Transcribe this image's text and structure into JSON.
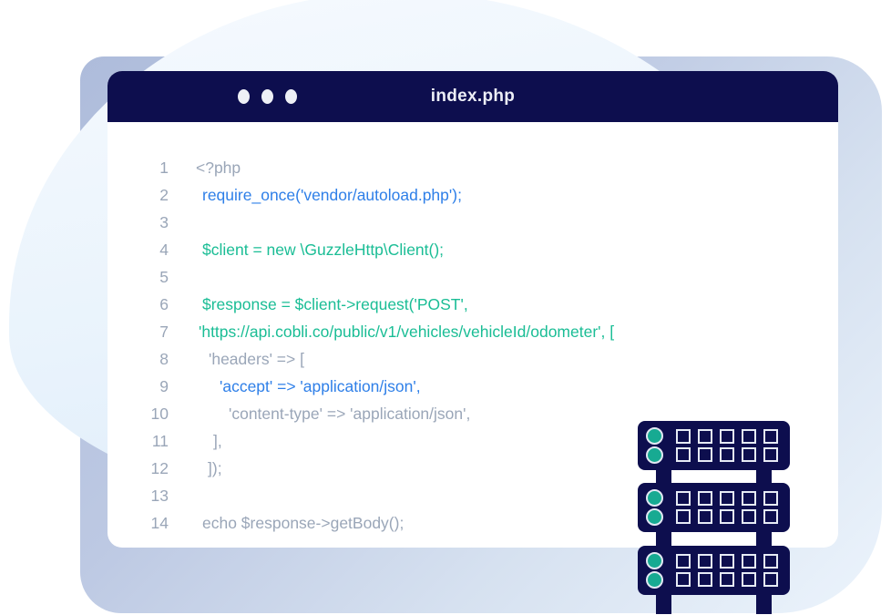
{
  "window": {
    "title": "index.php",
    "dot_count": 3
  },
  "code": {
    "color_map": {
      "gray": "#9aa6b8",
      "blue": "#2e7fe8",
      "green": "#1abd95",
      "line_number": "#9aa6b8"
    },
    "lines": [
      {
        "num": "1",
        "text": "<?php",
        "color": "gray",
        "indent": 0
      },
      {
        "num": "2",
        "text": "require_once('vendor/autoload.php');",
        "color": "blue",
        "indent": 7
      },
      {
        "num": "3",
        "text": "",
        "color": "gray",
        "indent": 0
      },
      {
        "num": "4",
        "text": "$client = new \\GuzzleHttp\\Client();",
        "color": "green",
        "indent": 7
      },
      {
        "num": "5",
        "text": "",
        "color": "gray",
        "indent": 0
      },
      {
        "num": "6",
        "text": "$response = $client->request('POST',",
        "color": "green",
        "indent": 7
      },
      {
        "num": "7",
        "text": "'https://api.cobli.co/public/v1/vehicles/vehicleId/odometer', [",
        "color": "green",
        "indent": 3
      },
      {
        "num": "8",
        "text": "'headers' => [",
        "color": "gray",
        "indent": 14
      },
      {
        "num": "9",
        "text": "'accept' => 'application/json',",
        "color": "blue",
        "indent": 26
      },
      {
        "num": "10",
        "text": "'content-type' => 'application/json',",
        "color": "gray",
        "indent": 36
      },
      {
        "num": "11",
        "text": "],",
        "color": "gray",
        "indent": 19
      },
      {
        "num": "12",
        "text": "]);",
        "color": "gray",
        "indent": 13
      },
      {
        "num": "13",
        "text": "",
        "color": "gray",
        "indent": 0
      },
      {
        "num": "14",
        "text": "echo $response->getBody();",
        "color": "gray",
        "indent": 7
      }
    ]
  },
  "illustration": {
    "server_units": 3,
    "leds_per_unit": 2,
    "slot_rows_per_unit": 2,
    "slots_per_row": 5,
    "colors": {
      "navy": "#0d0e4e",
      "teal": "#17aa92",
      "outline": "#e6ebf5"
    }
  },
  "background": {
    "titlebar_color": "#0d0e4e",
    "blob_color": "#e9f3fc",
    "frame_gradient_start": "#aebcdb",
    "frame_gradient_end": "#ecf4fc"
  }
}
